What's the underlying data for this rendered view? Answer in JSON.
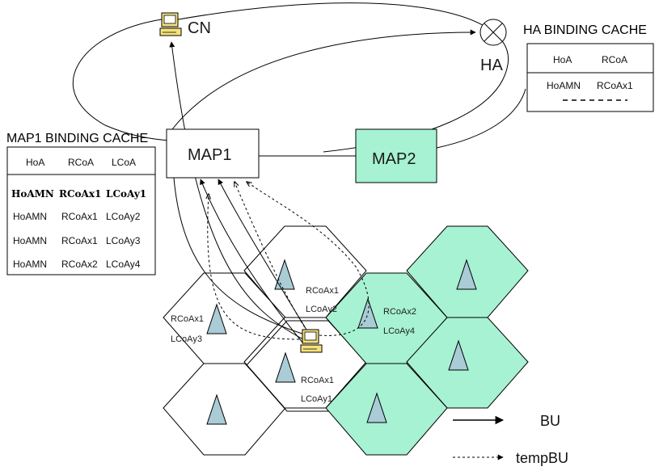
{
  "nodes": {
    "cn_label": "CN",
    "ha_label": "HA",
    "map1_label": "MAP1",
    "map2_label": "MAP2"
  },
  "ha_cache": {
    "title": "HA BINDING CACHE",
    "headers": [
      "HoA",
      "RCoA"
    ],
    "row": [
      "HoAMN",
      "RCoAx1"
    ]
  },
  "map1_cache": {
    "title": "MAP1 BINDING CACHE",
    "headers": [
      "HoA",
      "RCoA",
      "LCoA"
    ],
    "rows": [
      [
        "HoAMN",
        "RCoAx1",
        "LCoAy1"
      ],
      [
        "HoAMN",
        "RCoAx1",
        "LCoAy2"
      ],
      [
        "HoAMN",
        "RCoAx1",
        "LCoAy3"
      ],
      [
        "HoAMN",
        "RCoAx2",
        "LCoAy4"
      ]
    ]
  },
  "cell_labels": {
    "y3_rcoa": "RCoAx1",
    "y3_lcoa": "LCoAy3",
    "y2_rcoa": "RCoAx1",
    "y2_lcoa": "LCoAy2",
    "y4_rcoa": "RCoAx2",
    "y4_lcoa": "LCoAy4",
    "y1_rcoa": "RCoAx1",
    "y1_lcoa": "LCoAy1"
  },
  "legend": {
    "solid_label": "BU",
    "dashed_label": "tempBU"
  },
  "colors": {
    "map2_domain_fill": "#a6f2d3",
    "antenna_fill": "#a9ccd6",
    "computer_fill": "#f7e27a"
  }
}
